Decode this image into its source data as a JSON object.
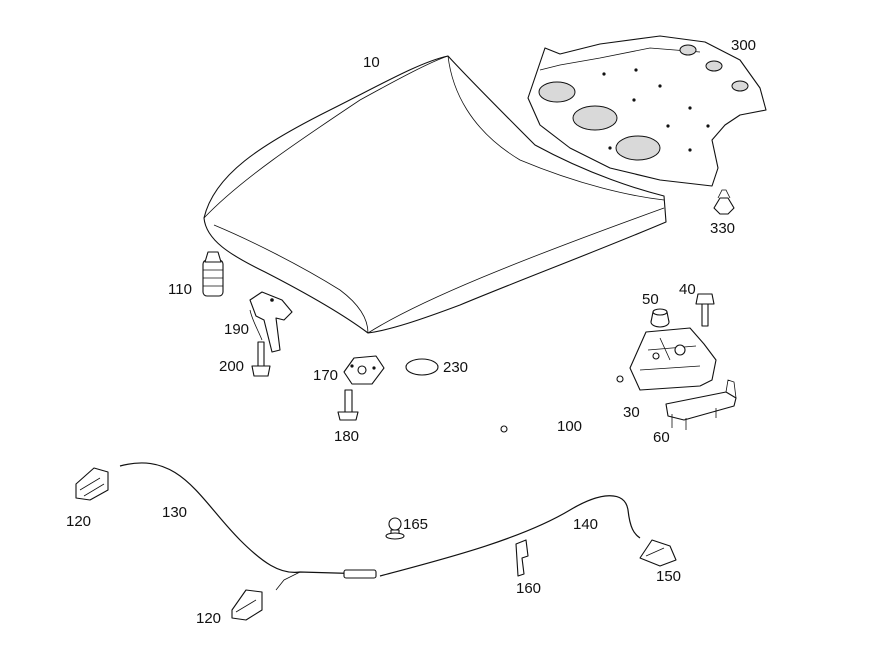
{
  "callouts": [
    {
      "id": "c10",
      "label": "10"
    },
    {
      "id": "c300",
      "label": "300"
    },
    {
      "id": "c330",
      "label": "330"
    },
    {
      "id": "c110",
      "label": "110"
    },
    {
      "id": "c190",
      "label": "190"
    },
    {
      "id": "c200",
      "label": "200"
    },
    {
      "id": "c170",
      "label": "170"
    },
    {
      "id": "c230",
      "label": "230"
    },
    {
      "id": "c180",
      "label": "180"
    },
    {
      "id": "c50",
      "label": "50"
    },
    {
      "id": "c40",
      "label": "40"
    },
    {
      "id": "c100",
      "label": "100"
    },
    {
      "id": "c30",
      "label": "30"
    },
    {
      "id": "c60",
      "label": "60"
    },
    {
      "id": "c120a",
      "label": "120"
    },
    {
      "id": "c130",
      "label": "130"
    },
    {
      "id": "c165",
      "label": "165"
    },
    {
      "id": "c140",
      "label": "140"
    },
    {
      "id": "c150",
      "label": "150"
    },
    {
      "id": "c160",
      "label": "160"
    },
    {
      "id": "c120b",
      "label": "120"
    }
  ]
}
